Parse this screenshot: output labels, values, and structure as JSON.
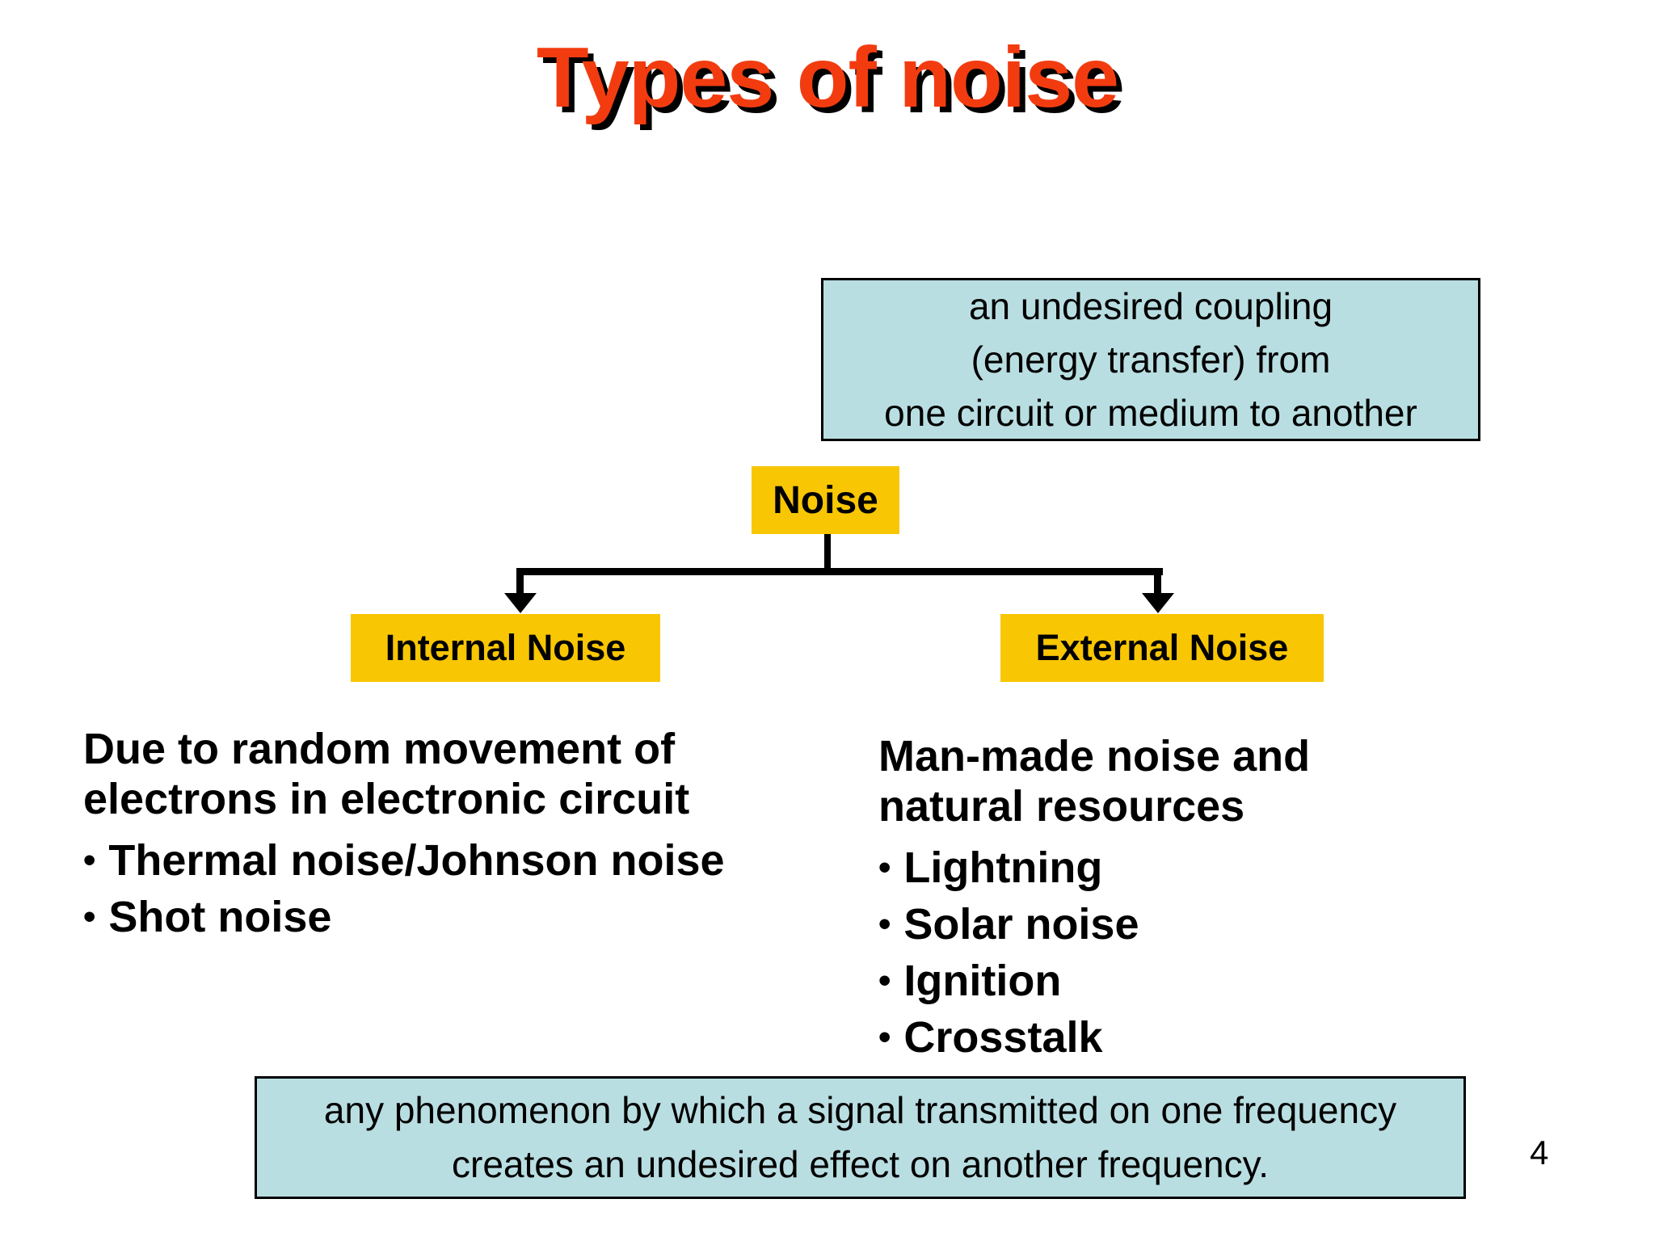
{
  "slide": {
    "title": "Types of noise",
    "page_number": "4"
  },
  "bullet_char": "•",
  "tree": {
    "root_label": "Noise",
    "children": [
      {
        "label": "Internal Noise"
      },
      {
        "label": "External Noise"
      }
    ]
  },
  "definitions": {
    "coupling": {
      "lines": [
        "an undesired coupling",
        "(energy transfer) from",
        "one circuit or medium to another"
      ]
    },
    "crosstalk": {
      "lines": [
        "any phenomenon by which a signal transmitted on one frequency",
        "creates an undesired effect on another frequency."
      ]
    }
  },
  "internal": {
    "heading": "Due to random movement of electrons in electronic circuit",
    "bullets": [
      "Thermal noise/Johnson noise",
      "Shot noise"
    ]
  },
  "external": {
    "heading": "Man-made noise and natural resources",
    "bullets": [
      "Lightning",
      "Solar noise",
      "Ignition",
      "Crosstalk"
    ]
  },
  "colors": {
    "node_yellow": "#F8C603",
    "definition_blue": "#B9DEE2",
    "title_red": "#F23C10",
    "line_black": "#000000"
  }
}
